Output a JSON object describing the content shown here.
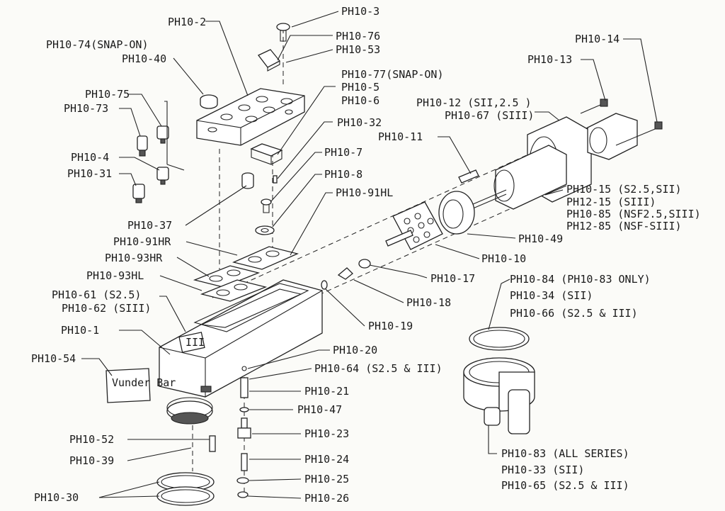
{
  "labels": {
    "ph10_3": "PH10-3",
    "ph10_2": "PH10-2",
    "ph10_76": "PH10-76",
    "ph10_74": "PH10-74(SNAP-ON)",
    "ph10_53": "PH10-53",
    "ph10_40": "PH10-40",
    "ph10_14": "PH10-14",
    "ph10_13": "PH10-13",
    "ph10_77": "PH10-77(SNAP-ON)",
    "ph10_5": "PH10-5",
    "ph10_75": "PH10-75",
    "ph10_6": "PH10-6",
    "ph10_12": "PH10-12 (SII,2.5 )",
    "ph10_73": "PH10-73",
    "ph10_67": "PH10-67 (SIII)",
    "ph10_32": "PH10-32",
    "ph10_11": "PH10-11",
    "ph10_7": "PH10-7",
    "ph10_4": "PH10-4",
    "ph10_31": "PH10-31",
    "ph10_8": "PH10-8",
    "ph10_91hl": "PH10-91HL",
    "ph10_15": "PH10-15 (S2.5,SII)",
    "ph12_15": "PH12-15 (SIII)",
    "ph10_85": "PH10-85 (NSF2.5,SIII)",
    "ph12_85": "PH12-85 (NSF-SIII)",
    "ph10_37": "PH10-37",
    "ph10_49": "PH10-49",
    "ph10_91hr": "PH10-91HR",
    "ph10_93hr": "PH10-93HR",
    "ph10_10": "PH10-10",
    "ph10_17": "PH10-17",
    "ph10_93hl": "PH10-93HL",
    "ph10_84": "PH10-84 (PH10-83 ONLY)",
    "ph10_61": "PH10-61 (S2.5)",
    "ph10_34": "PH10-34 (SII)",
    "ph10_62": "PH10-62 (SIII)",
    "ph10_18": "PH10-18",
    "ph10_66": "PH10-66 (S2.5 & III)",
    "ph10_1": "PH10-1",
    "ph10_19": "PH10-19",
    "ph10_20": "PH10-20",
    "ph10_54": "PH10-54",
    "ph10_64": "PH10-64 (S2.5 & III)",
    "ph10_21": "PH10-21",
    "ph10_47": "PH10-47",
    "ph10_52": "PH10-52",
    "ph10_23": "PH10-23",
    "ph10_83": "PH10-83 (ALL SERIES)",
    "ph10_39": "PH10-39",
    "ph10_24": "PH10-24",
    "ph10_33": "PH10-33 (SII)",
    "ph10_25": "PH10-25",
    "ph10_65": "PH10-65 (S2.5 & III)",
    "ph10_30": "PH10-30",
    "ph10_26": "PH10-26"
  },
  "marks": {
    "body_label": "III",
    "tag_text": "Vunder Bar"
  }
}
